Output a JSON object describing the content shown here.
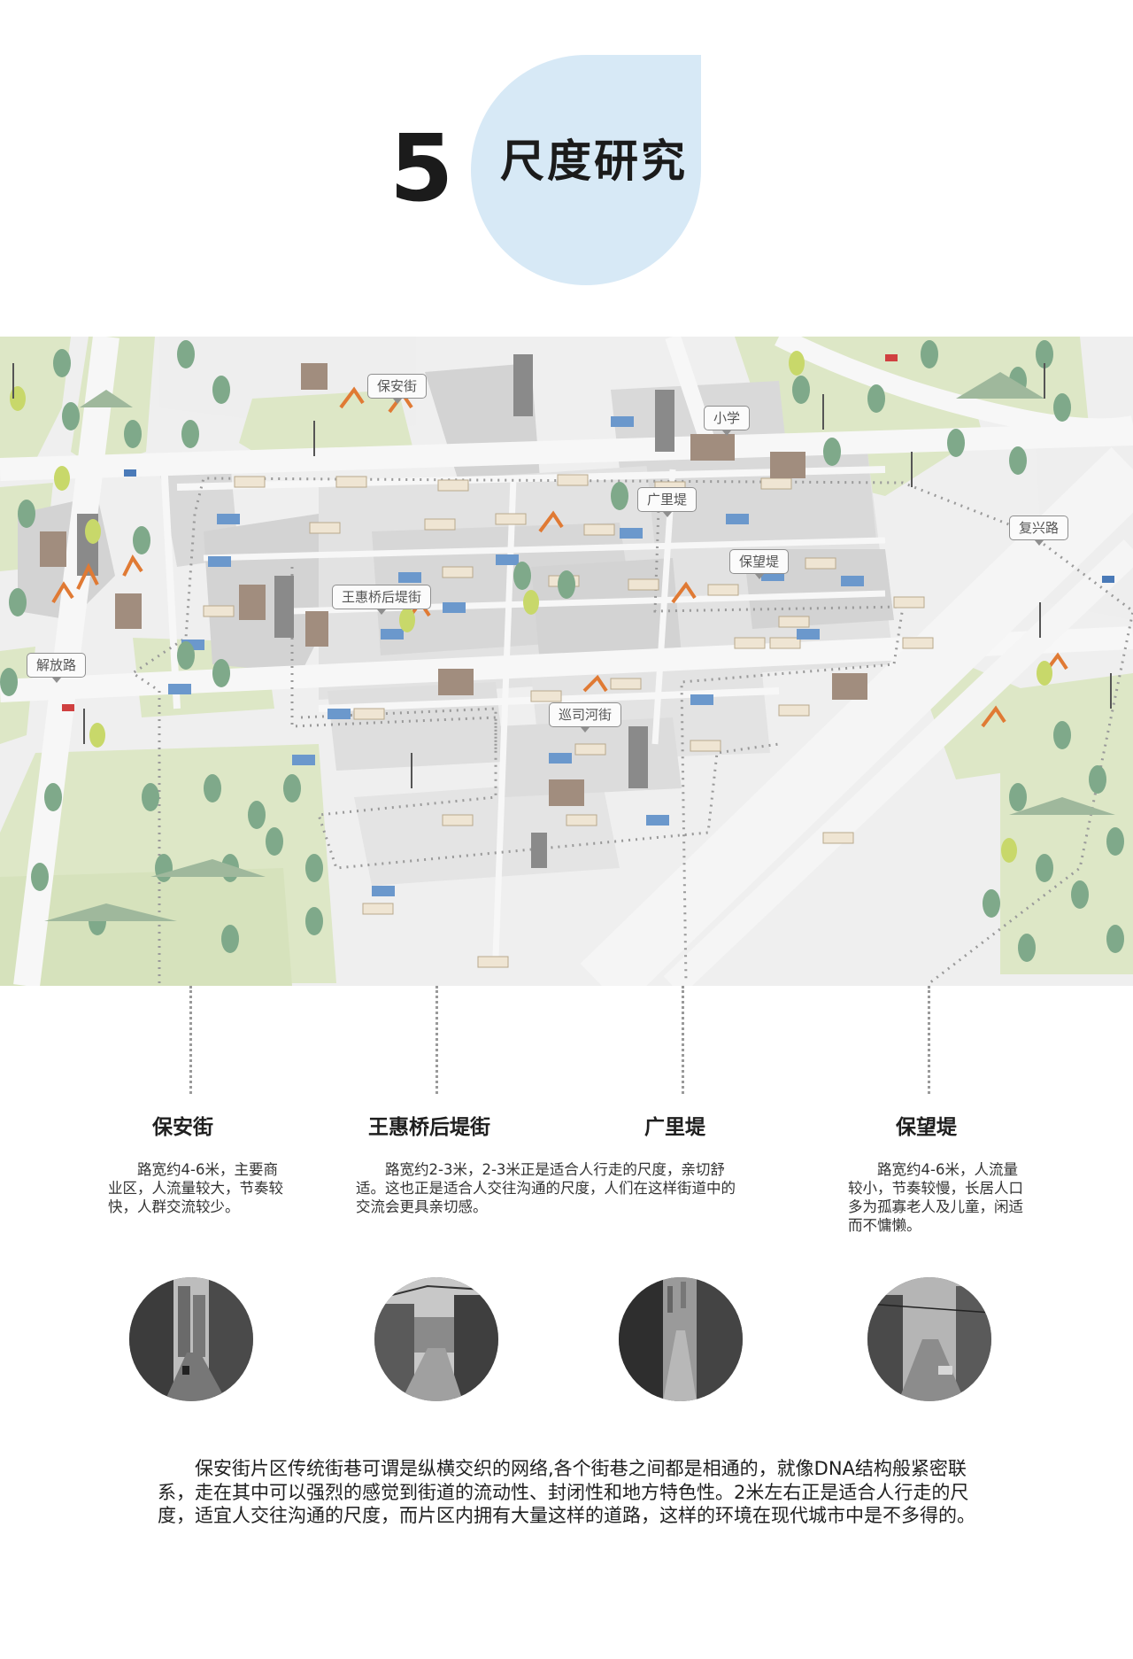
{
  "header": {
    "number": "5",
    "title": "尺度研究"
  },
  "map": {
    "labels": {
      "baoan_jie": "保安街",
      "xiaoxue": "小学",
      "guangli_di": "广里堤",
      "fuxing_lu": "复兴路",
      "baowang_di": "保望堤",
      "wanghuiqiao": "王惠桥后堤街",
      "jiefang_lu": "解放路",
      "xunsihe_jie": "巡司河街"
    },
    "colors": {
      "green_area": "#dfe8c8",
      "road": "#eeeeee",
      "block": "#d4d4d4",
      "route": "#9a9a9a",
      "crane": "#e07a34",
      "blue_house": "#5b8fc7"
    }
  },
  "streets": [
    {
      "name": "保安街",
      "desc": "路宽约4-6米，主要商业区，人流量较大，节奏较快，人群交流较少。",
      "photo_icon": "street-photo-icon"
    },
    {
      "name": "王惠桥后堤街",
      "desc": "路宽约2-3米，2-3米正是适合人行走的尺度，亲切舒适。这也正是适合人交往沟通的尺度，人们在这样街道中的交流会更具亲切感。",
      "photo_icon": "street-photo-icon"
    },
    {
      "name": "广里堤",
      "desc": "",
      "photo_icon": "street-photo-icon"
    },
    {
      "name": "保望堤",
      "desc": "路宽约4-6米，人流量较小，节奏较慢，长居人口多为孤寡老人及儿童，闲适而不慵懒。",
      "photo_icon": "street-photo-icon"
    }
  ],
  "summary": "保安街片区传统街巷可谓是纵横交织的网络,各个街巷之间都是相通的，就像DNA结构般紧密联系，走在其中可以强烈的感觉到街道的流动性、封闭性和地方特色性。2米左右正是适合人行走的尺度，适宜人交往沟通的尺度，而片区内拥有大量这样的道路，这样的环境在现代城市中是不多得的。"
}
